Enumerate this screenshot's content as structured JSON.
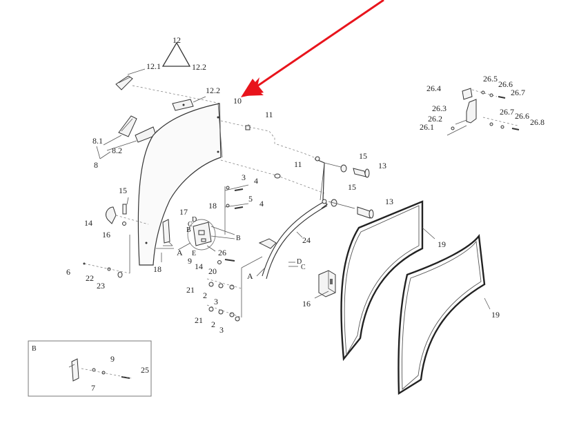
{
  "labels": {
    "l_12": "12",
    "l_12_1": "12.1",
    "l_12_2a": "12.2",
    "l_12_2b": "12.2",
    "l_10": "10",
    "l_11a": "11",
    "l_11b": "11",
    "l_8_1": "8.1",
    "l_8_2": "8.2",
    "l_8": "8",
    "l_15a": "15",
    "l_15b": "15",
    "l_15c": "15",
    "l_13a": "13",
    "l_13b": "13",
    "l_3a": "3",
    "l_4a": "4",
    "l_5": "5",
    "l_4b": "4",
    "l_14a": "14",
    "l_16a": "16",
    "l_17": "17",
    "l_18a": "18",
    "l_18b": "18",
    "l_D1": "D",
    "l_C1": "C",
    "l_B1": "B",
    "l_B2": "B",
    "l_E": "E",
    "l_A1": "A",
    "l_9a": "9",
    "l_14b": "14",
    "l_26": "26",
    "l_20": "20",
    "l_24": "24",
    "l_A2": "A",
    "l_D2": "D",
    "l_C2": "C",
    "l_6": "6",
    "l_22": "22",
    "l_23": "23",
    "l_21a": "21",
    "l_2a": "2",
    "l_3b": "3",
    "l_21b": "21",
    "l_2b": "2",
    "l_3c": "3",
    "l_16b": "16",
    "l_19a": "19",
    "l_19b": "19",
    "l_26_5": "26.5",
    "l_26_6a": "26.6",
    "l_26_4": "26.4",
    "l_26_7a": "26.7",
    "l_26_3": "26.3",
    "l_26_7b": "26.7",
    "l_26_2": "26.2",
    "l_26_6b": "26.6",
    "l_26_1": "26.1",
    "l_26_8": "26.8",
    "l_B3": "B",
    "l_9b": "9",
    "l_25": "25",
    "l_7": "7"
  },
  "colors": {
    "arrow": "#e8141c",
    "line": "#555555",
    "text": "#222222"
  }
}
